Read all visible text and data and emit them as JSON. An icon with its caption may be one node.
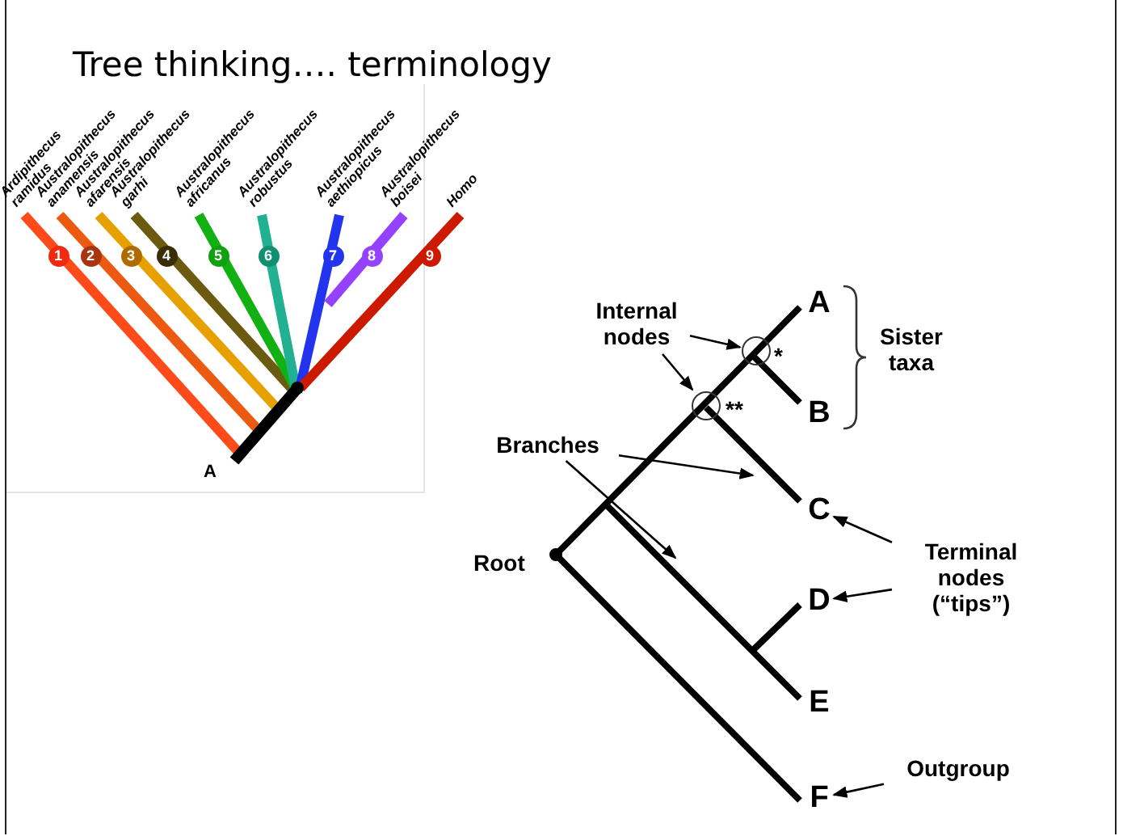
{
  "diagram": {
    "title": "Tree thinking…. terminology",
    "nodes": [
      {
        "text": [
          "Internal nodes"
        ]
      },
      {
        "text": [],
        "shape": "circle"
      },
      {
        "text": [],
        "shape": "circle"
      },
      {
        "text": [
          "Branches"
        ]
      },
      {
        "text": [
          "A"
        ]
      },
      {
        "text": [
          "B"
        ]
      },
      {
        "text": [
          "C"
        ]
      },
      {
        "text": [
          "D"
        ]
      },
      {
        "text": [
          "E"
        ]
      },
      {
        "text": [
          "F"
        ]
      },
      {
        "text": [
          "Terminal nodes (“tips”)"
        ]
      },
      {
        "text": [
          "Outgroup"
        ]
      }
    ],
    "edges": [
      {
        "from": 0,
        "to": 1,
        "arrow": "to"
      },
      {
        "from": 0,
        "to": 2,
        "arrow": "to"
      },
      {
        "from": 3,
        "to": null,
        "arrow": "to"
      },
      {
        "from": 3,
        "to": null,
        "arrow": "to"
      },
      {
        "from": 10,
        "to": 6,
        "arrow": "to"
      },
      {
        "from": 10,
        "to": 7,
        "arrow": "to"
      },
      {
        "from": 11,
        "to": 9,
        "arrow": "to"
      }
    ],
    "labels": [
      "Ardipithecus ramidus",
      "Australopithecus anamensis",
      "Australopithecus afarensis",
      "Australopithecus garhi",
      "Australopithecus africanus",
      "Australopithecus robustus",
      "Australopithecus aethiopicus",
      "Australopithecus boisei",
      "Homo",
      "*",
      "**",
      "1",
      "2",
      "3",
      "4",
      "5",
      "6",
      "7",
      "8",
      "9",
      "A",
      "Root",
      "Sister taxa"
    ]
  }
}
